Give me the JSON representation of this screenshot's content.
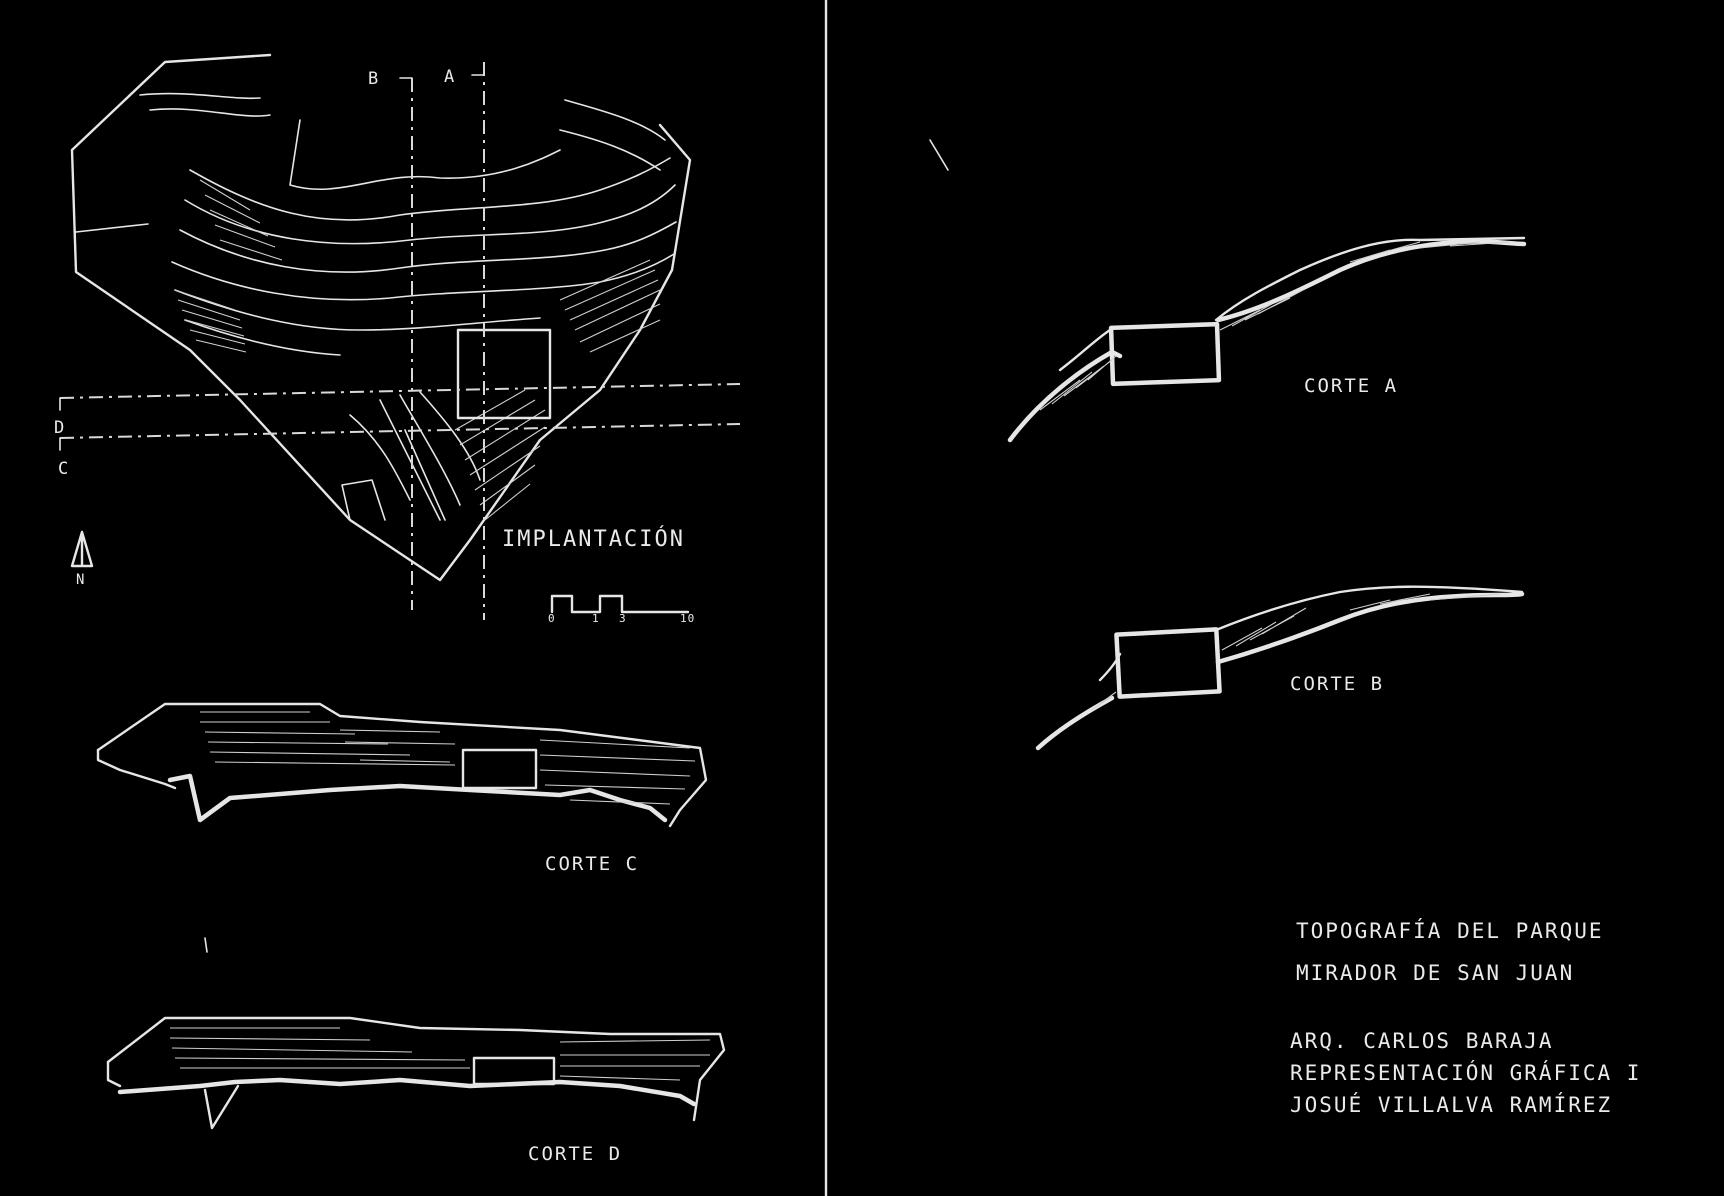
{
  "sheet": {
    "background": "#000000",
    "ink": "#e6e6e6"
  },
  "plan": {
    "title": "IMPLANTACIÓN",
    "section_marks": {
      "b": "B",
      "a": "A",
      "d": "D",
      "c": "C"
    },
    "north_label": "N",
    "scale_labels": [
      "0",
      "1",
      "3",
      "10"
    ]
  },
  "sections": {
    "corte_a": "CORTE A",
    "corte_b": "CORTE B",
    "corte_c": "CORTE C",
    "corte_d": "CORTE D"
  },
  "title_block": {
    "line1": "TOPOGRAFÍA DEL PARQUE",
    "line2": "MIRADOR DE SAN JUAN",
    "line3": "ARQ. CARLOS BARAJA",
    "line4": "REPRESENTACIÓN GRÁFICA I",
    "line5": "JOSUÉ VILLALVA RAMÍREZ"
  }
}
